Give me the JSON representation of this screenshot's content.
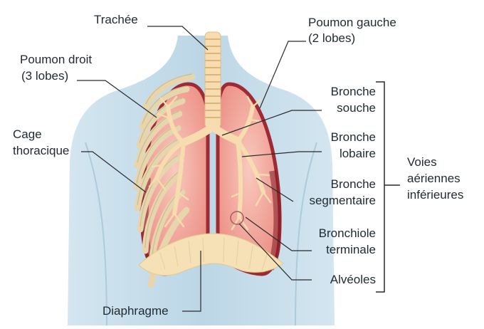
{
  "labels": {
    "trachea": "Trachée",
    "right_lung_1": "Poumon droit",
    "right_lung_2": "(3 lobes)",
    "left_lung_1": "Poumon gauche",
    "left_lung_2": "(2 lobes)",
    "ribcage_1": "Cage",
    "ribcage_2": "thoracique",
    "main_bronchus_1": "Bronche",
    "main_bronchus_2": "souche",
    "lobar_bronchus_1": "Bronche",
    "lobar_bronchus_2": "lobaire",
    "segmental_bronchus_1": "Bronche",
    "segmental_bronchus_2": "segmentaire",
    "bronchiole_1": "Bronchiole",
    "bronchiole_2": "terminale",
    "alveoli": "Alvéoles",
    "diaphragm": "Diaphragme",
    "lower_airways_1": "Voies",
    "lower_airways_2": "aériennes",
    "lower_airways_3": "inférieures"
  },
  "colors": {
    "body": "#c5dbe8",
    "lung_fill": "#f2a99e",
    "lung_edge": "#9e2a33",
    "airway": "#f6dcae",
    "diaphragm": "#f5e1b5",
    "ribs": "#efe2c2",
    "leader_line": "#2a2a2a"
  }
}
